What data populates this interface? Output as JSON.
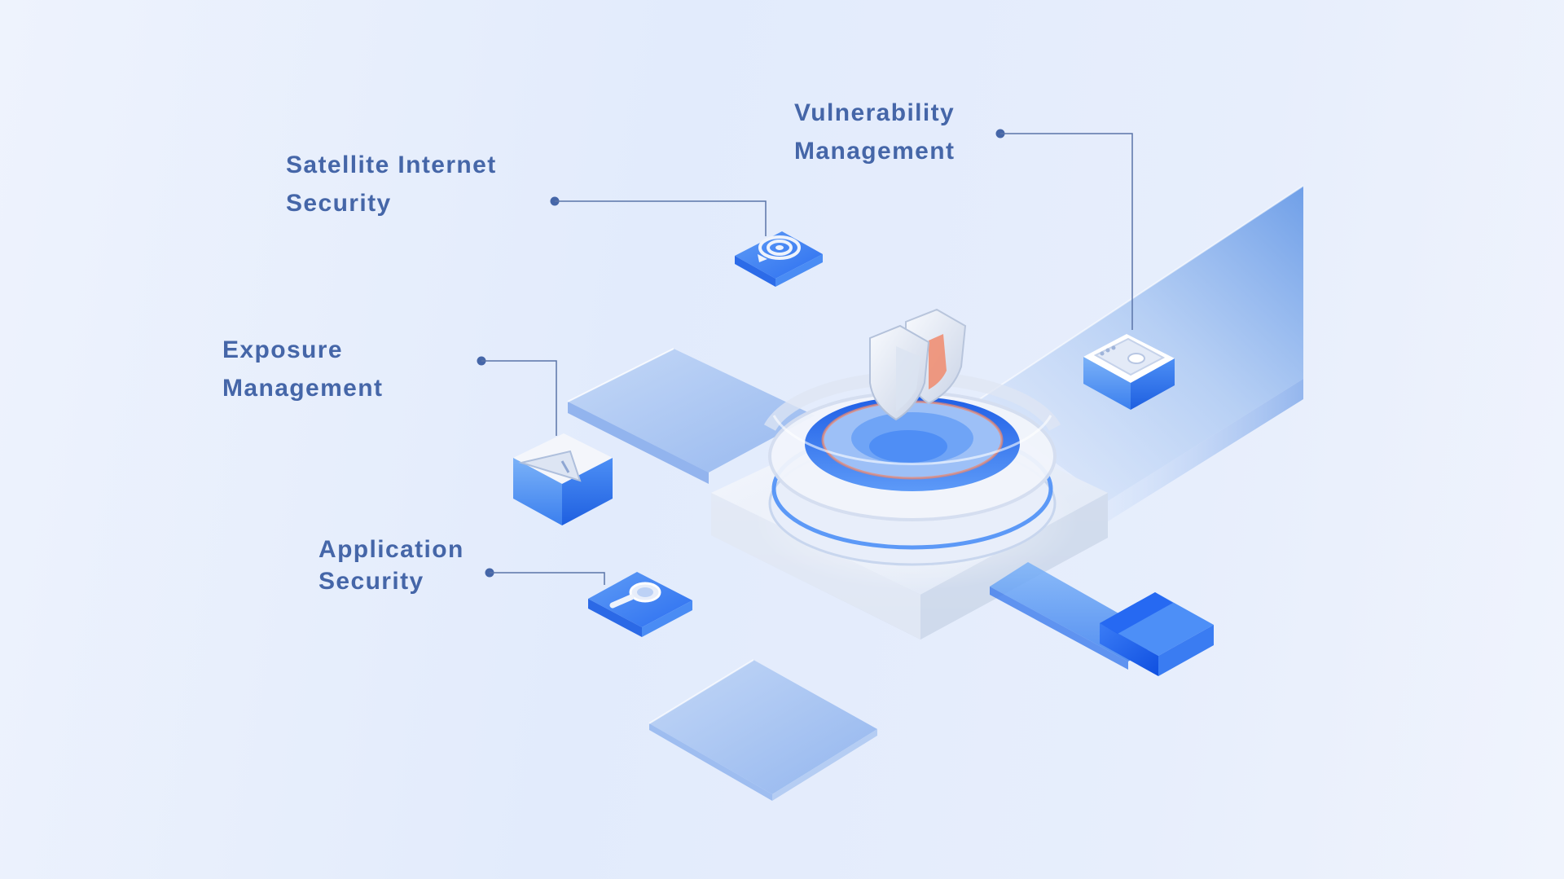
{
  "labels": {
    "vulnerability": {
      "line1": "Vulnerability",
      "line2": "Management"
    },
    "satellite": {
      "line1": "Satellite Internet",
      "line2": "Security"
    },
    "exposure": {
      "line1": "Exposure",
      "line2": "Management"
    },
    "application": {
      "line1": "Application",
      "line2": "Security"
    }
  },
  "colors": {
    "label_text": "#4566a8",
    "connector": "#5a74a8",
    "accent_blue": "#2f74f0",
    "glass_light": "#a9c6f2",
    "platform_white": "#eef2f9",
    "highlight_orange": "#f0866a"
  },
  "icons": {
    "satellite": "satellite-dish-icon",
    "vulnerability": "browser-window-icon",
    "exposure": "warning-triangle-icon",
    "application": "magnifier-icon",
    "center": "shield-icon"
  }
}
